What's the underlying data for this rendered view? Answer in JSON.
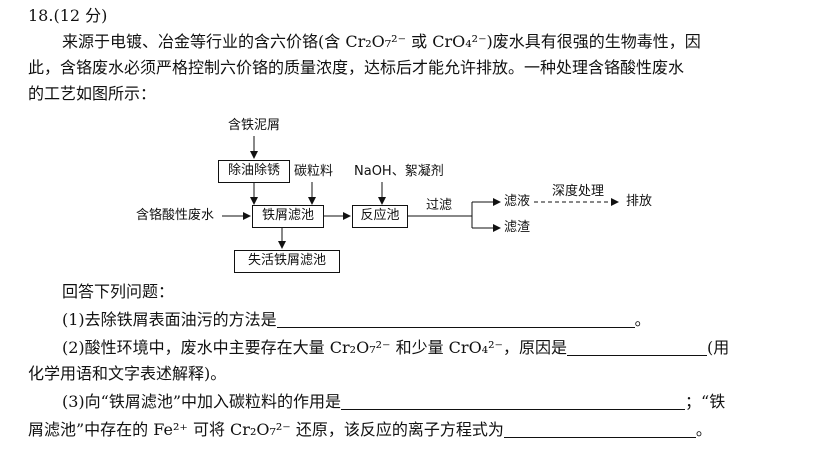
{
  "question": {
    "number": "18.",
    "score": "(12 分)",
    "intro_1": "来源于电镀、冶金等行业的含六价铬(含",
    "cr2o7": "Cr₂O₇²⁻",
    "or": "或",
    "cro4": "CrO₄²⁻",
    "intro_2": ")废水具有很强的生物毒性，因",
    "line2": "此，含铬废水必须严格控制六价铬的质量浓度，达标后才能允许排放。一种处理含铬酸性废水",
    "line3": "的工艺如图所示："
  },
  "flow": {
    "iron_scrap": "含铁泥屑",
    "degrease_box": "除油除锈",
    "carbon": "碳粒料",
    "naoh": "NaOH、絮凝剂",
    "wastewater": "含铬酸性废水",
    "filter_pool": "铁屑滤池",
    "reactor": "反应池",
    "filtration": "过滤",
    "filtrate": "滤液",
    "deep_treat": "深度处理",
    "discharge": "排放",
    "residue": "滤渣",
    "inactive_pool": "失活铁屑滤池"
  },
  "answers": {
    "heading": "回答下列问题：",
    "q1": "(1)去除铁屑表面油污的方法是",
    "q1_end": "。",
    "q2a": "(2)酸性环境中，废水中主要存在大量",
    "q2_cr2o7": "Cr₂O₇²⁻",
    "q2b": "和少量",
    "q2_cro4": "CrO₄²⁻",
    "q2c": "，原因是",
    "q2d": "(用",
    "q2e": "化学用语和文字表述解释)。",
    "q3a": "(3)向“铁屑滤池”中加入碳粒料的作用是",
    "q3b": "；“铁",
    "q3c": "屑滤池”中存在的",
    "q3_fe": "Fe²⁺",
    "q3d": "可将",
    "q3_cr2o7": "Cr₂O₇²⁻",
    "q3e": "还原，该反应的离子方程式为",
    "q3_end": "。"
  }
}
